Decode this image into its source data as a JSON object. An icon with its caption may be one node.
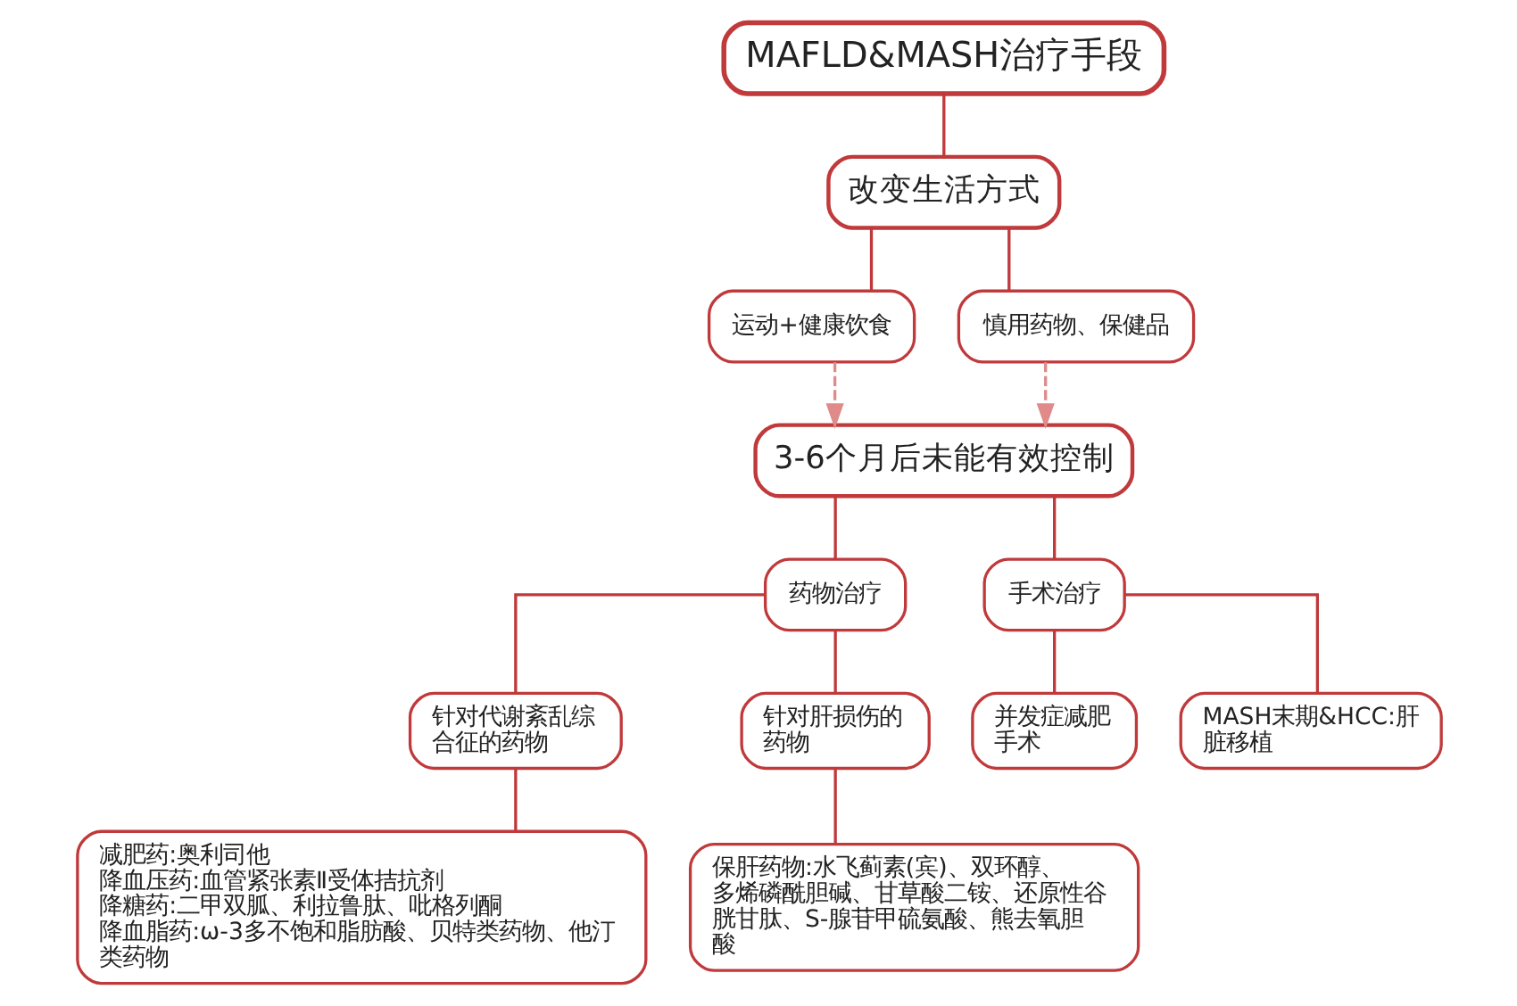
{
  "diagram": {
    "nodes": [
      {
        "text": [
          "MAFLD&MASH治疗手段"
        ]
      },
      {
        "text": [
          "改变生活方式"
        ]
      },
      {
        "text": [
          "运动+健康饮食"
        ]
      },
      {
        "text": [
          "慎用药物、保健品"
        ]
      },
      {
        "text": [
          "3-6个月后未能有效控制"
        ]
      },
      {
        "text": [
          "药物治疗"
        ]
      },
      {
        "text": [
          "手术治疗"
        ]
      },
      {
        "text": [
          "针对代谢紊乱综合征的药物"
        ]
      },
      {
        "text": [
          "针对肝损伤的药物"
        ]
      },
      {
        "text": [
          "并发症减肥手术"
        ]
      },
      {
        "text": [
          "MASH末期&HCC:肝脏移植"
        ]
      },
      {
        "text": [
          "减肥药:奥利司他",
          "降血压药:血管紧张素Ⅱ受体拮抗剂",
          "降糖药:二甲双胍、利拉鲁肽、吡格列酮",
          "降血脂药:ω-3多不饱和脂肪酸、贝特类药物、他汀类药物"
        ]
      },
      {
        "text": [
          "保肝药物:水飞蓟素(宾)、双环醇、多烯磷酰胆碱、甘草酸二铵、还原性谷胱甘肽、S-腺苷甲硫氨酸、熊去氧胆酸"
        ]
      }
    ],
    "edges": [
      {
        "from": 0,
        "to": 1,
        "arrow": "none"
      },
      {
        "from": 1,
        "to": 2,
        "arrow": "none"
      },
      {
        "from": 1,
        "to": 3,
        "arrow": "none"
      },
      {
        "from": 2,
        "to": 4,
        "arrow": "to",
        "style": "dashed",
        "color": "#e08a8a"
      },
      {
        "from": 3,
        "to": 4,
        "arrow": "to",
        "style": "dashed",
        "color": "#e08a8a"
      },
      {
        "from": 4,
        "to": 5,
        "arrow": "none"
      },
      {
        "from": 4,
        "to": 6,
        "arrow": "none"
      },
      {
        "from": 5,
        "to": 7,
        "arrow": "none"
      },
      {
        "from": 5,
        "to": 8,
        "arrow": "none"
      },
      {
        "from": 6,
        "to": 9,
        "arrow": "none"
      },
      {
        "from": 6,
        "to": 10,
        "arrow": "none"
      },
      {
        "from": 7,
        "to": 11,
        "arrow": "none"
      },
      {
        "from": 8,
        "to": 12,
        "arrow": "none"
      }
    ]
  }
}
